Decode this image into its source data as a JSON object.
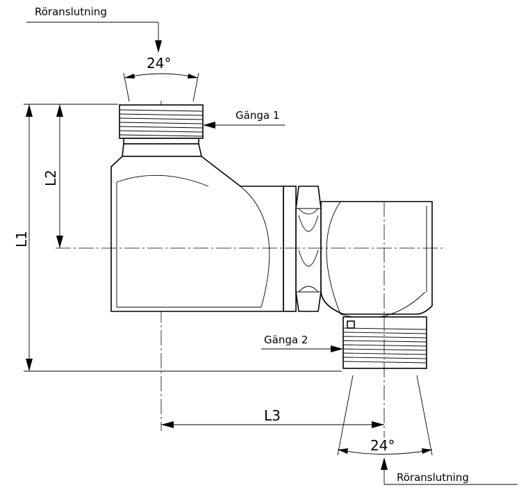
{
  "labels": {
    "pipe_connection_top": "Röranslutning",
    "pipe_connection_bottom": "Röranslutning",
    "thread_1": "Gänga 1",
    "thread_2": "Gänga 2",
    "angle_top": "24°",
    "angle_bottom": "24°",
    "dim_L1": "L1",
    "dim_L2": "L2",
    "dim_L3": "L3"
  }
}
